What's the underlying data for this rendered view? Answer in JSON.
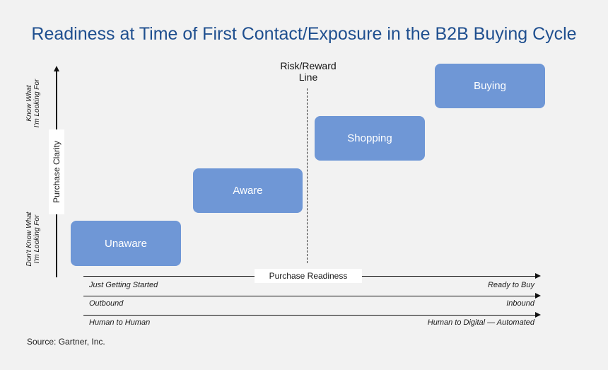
{
  "title": "Readiness at Time of First Contact/Exposure in the B2B Buying Cycle",
  "stages": {
    "unaware": "Unaware",
    "aware": "Aware",
    "shopping": "Shopping",
    "buying": "Buying"
  },
  "risk_reward_line": {
    "line1": "Risk/Reward",
    "line2": "Line"
  },
  "y_axis": {
    "label": "Purchase Clarity",
    "top": {
      "line1": "Know What",
      "line2": "I'm Looking For"
    },
    "bottom": {
      "line1": "Don't Know What",
      "line2": "I'm Looking For"
    }
  },
  "x_axes": {
    "main_label": "Purchase Readiness",
    "rows": [
      {
        "left": "Just Getting Started",
        "right": "Ready to Buy"
      },
      {
        "left": "Outbound",
        "right": "Inbound"
      },
      {
        "left": "Human to Human",
        "right": "Human to Digital — Automated"
      }
    ]
  },
  "source": "Source: Gartner, Inc.",
  "colors": {
    "title": "#1f4f8f",
    "box_fill": "#6f97d6",
    "background": "#f2f2f2"
  }
}
